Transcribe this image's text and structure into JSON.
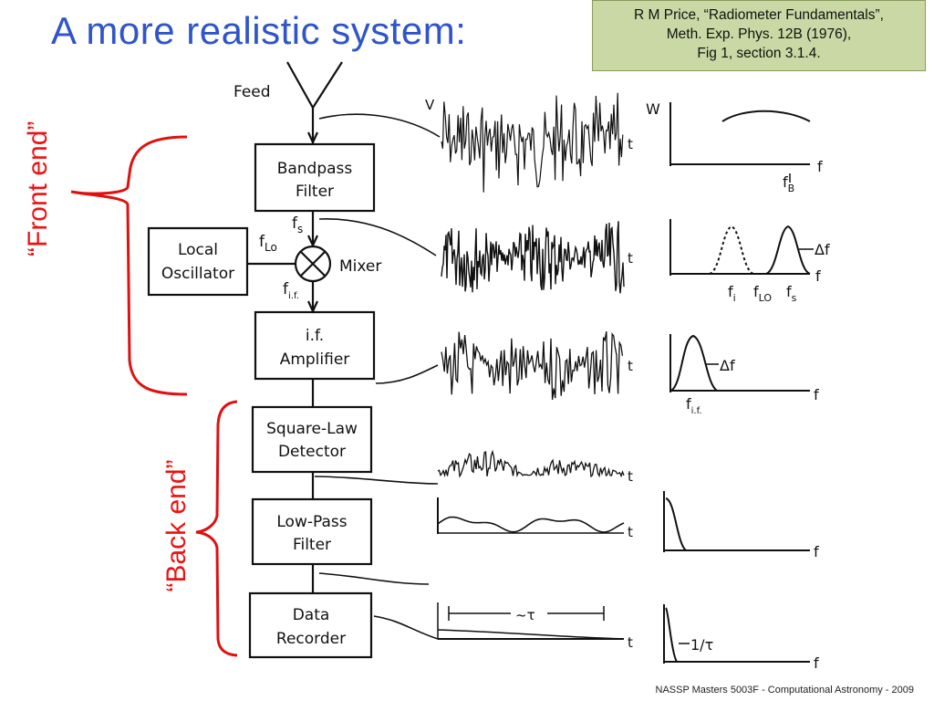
{
  "slide": {
    "title": "A more realistic system:",
    "citation_lines": [
      "R M Price, “Radiometer Fundamentals”,",
      "Meth. Exp. Phys. 12B (1976),",
      "Fig 1, section 3.1.4."
    ],
    "front_end_label": "“Front end”",
    "back_end_label": "“Back end”",
    "footer": "NASSP Masters 5003F - Computational Astronomy - 2009"
  },
  "diagram": {
    "feed": "Feed",
    "blocks": {
      "bandpass": [
        "Bandpass",
        "Filter"
      ],
      "local_osc": [
        "Local",
        "Oscillator"
      ],
      "mixer": "Mixer",
      "if_amp": [
        "i.f.",
        "Amplifier"
      ],
      "detector": [
        "Square-Law",
        "Detector"
      ],
      "lowpass": [
        "Low-Pass",
        "Filter"
      ],
      "recorder": [
        "Data",
        "Recorder"
      ]
    },
    "signals": {
      "fs": "f",
      "fs_sub": "s",
      "flo": "f",
      "flo_sub": "Lo",
      "fif": "f",
      "fif_sub": "i.f."
    },
    "axes": {
      "v": "V",
      "w": "W",
      "t": "t",
      "f": "f",
      "delta_f": "Δf",
      "tau": "~τ",
      "inv_tau": "1/τ",
      "fb": "f",
      "fb_sub": "B",
      "fi": "f",
      "fi_sub": "i",
      "flo_sp": "f",
      "flo_sp_sub": "LO",
      "fs_sp": "f",
      "fs_sp_sub": "s",
      "fif_sp": "f",
      "fif_sp_sub": "i.f."
    }
  },
  "colors": {
    "title": "#2f55c8",
    "bracket": "#e01010",
    "citation_bg": "#c9d8a4"
  }
}
